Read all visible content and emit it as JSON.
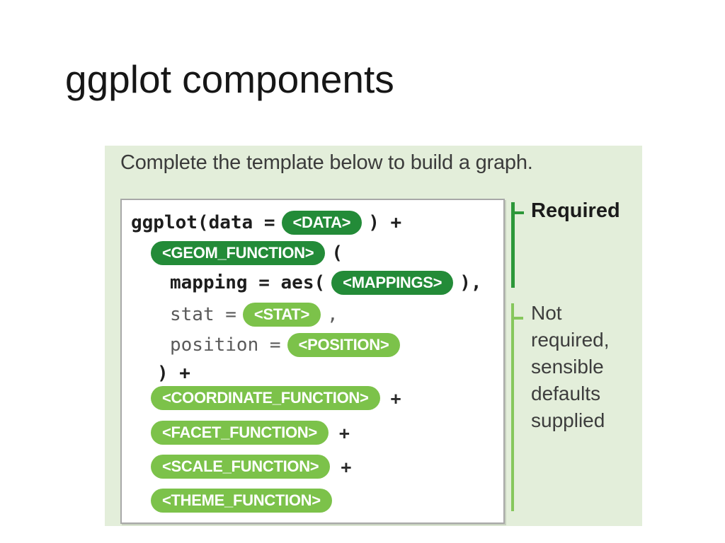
{
  "slide": {
    "title": "ggplot components"
  },
  "panel": {
    "heading": "Complete the template below to build a graph.",
    "annotations": {
      "required_label": "Required",
      "optional_label": "Not required, sensible defaults supplied"
    }
  },
  "colors": {
    "panel_bg": "#e3eeda",
    "pill_dark": "#238b38",
    "pill_light": "#7cc24a",
    "bracket_required": "#2d9739",
    "bracket_optional": "#86c75c",
    "code_black": "#1d1d1d",
    "code_gray": "#5a5a5a"
  },
  "code_lines": [
    {
      "segments": [
        {
          "style": "req",
          "text": "ggplot(data ="
        },
        {
          "style": "pill-dark",
          "text": "<DATA>"
        },
        {
          "style": "req",
          "text": ") +"
        }
      ]
    },
    {
      "segments": [
        {
          "style": "pill-dark",
          "text": "<GEOM_FUNCTION>"
        },
        {
          "style": "req",
          "text": "("
        }
      ]
    },
    {
      "segments": [
        {
          "style": "req",
          "text": "mapping = aes("
        },
        {
          "style": "pill-dark",
          "text": "<MAPPINGS>"
        },
        {
          "style": "req",
          "text": "),"
        }
      ]
    },
    {
      "segments": [
        {
          "style": "opt",
          "text": "stat ="
        },
        {
          "style": "pill-light",
          "text": "<STAT>"
        },
        {
          "style": "opt",
          "text": ","
        }
      ]
    },
    {
      "segments": [
        {
          "style": "opt",
          "text": "position ="
        },
        {
          "style": "pill-light",
          "text": "<POSITION>"
        }
      ]
    },
    {
      "segments": [
        {
          "style": "req",
          "text": ") +"
        }
      ]
    },
    {
      "segments": [
        {
          "style": "pill-light",
          "text": "<COORDINATE_FUNCTION>"
        },
        {
          "style": "plus",
          "text": "+"
        }
      ]
    },
    {
      "segments": [
        {
          "style": "pill-light",
          "text": "<FACET_FUNCTION>"
        },
        {
          "style": "plus",
          "text": "+"
        }
      ]
    },
    {
      "segments": [
        {
          "style": "pill-light",
          "text": "<SCALE_FUNCTION>"
        },
        {
          "style": "plus",
          "text": "+"
        }
      ]
    },
    {
      "segments": [
        {
          "style": "pill-light",
          "text": "<THEME_FUNCTION>"
        }
      ]
    }
  ]
}
